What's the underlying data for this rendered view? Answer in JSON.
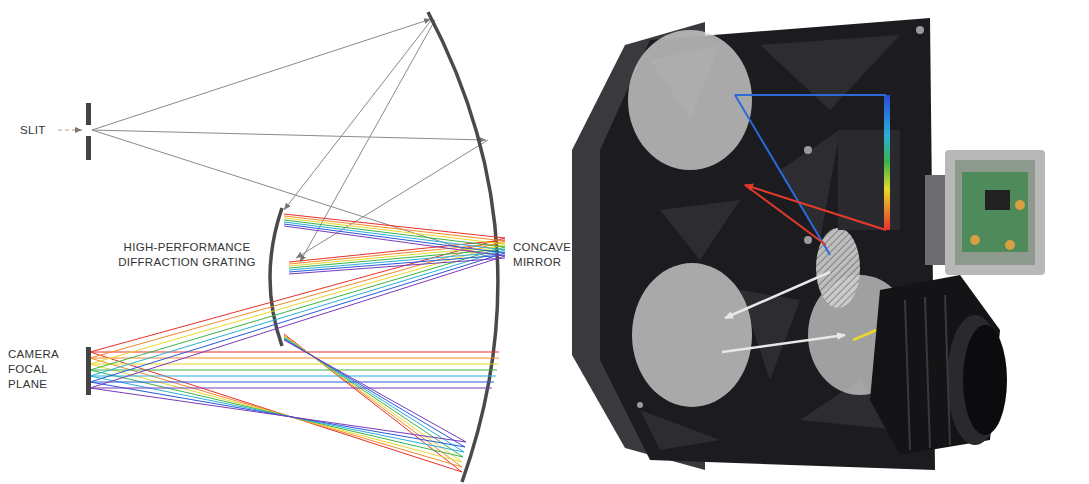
{
  "diagram": {
    "labels": [
      "SLIT",
      "HIGH-PERFORMANCE DIFFRACTION GRATING",
      "CONCAVE MIRROR",
      "CAMERA FOCAL PLANE"
    ]
  }
}
